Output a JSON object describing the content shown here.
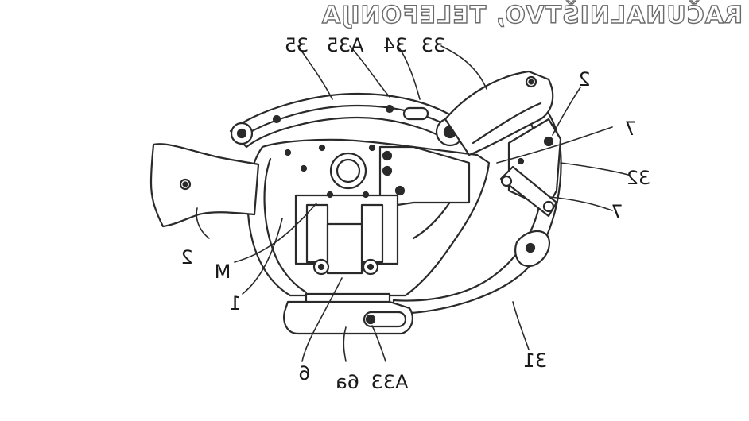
{
  "watermark": "RAČUNALNIŠTVO, TELEFONIJA",
  "colors": {
    "stroke": "#2a2a2a",
    "fill": "#ffffff",
    "shade": "#9a9a9a",
    "label": "#1a1a1a"
  },
  "labels": {
    "n33": "33",
    "n34": "34",
    "a35": "A35",
    "n35": "35",
    "n2_top": "2",
    "n7_top": "7",
    "n32": "32",
    "n7_bottom": "7",
    "n2_left": "2",
    "m": "M",
    "n1": "1",
    "n31": "31",
    "n6": "6",
    "n6a": "6a",
    "a33": "A33"
  }
}
